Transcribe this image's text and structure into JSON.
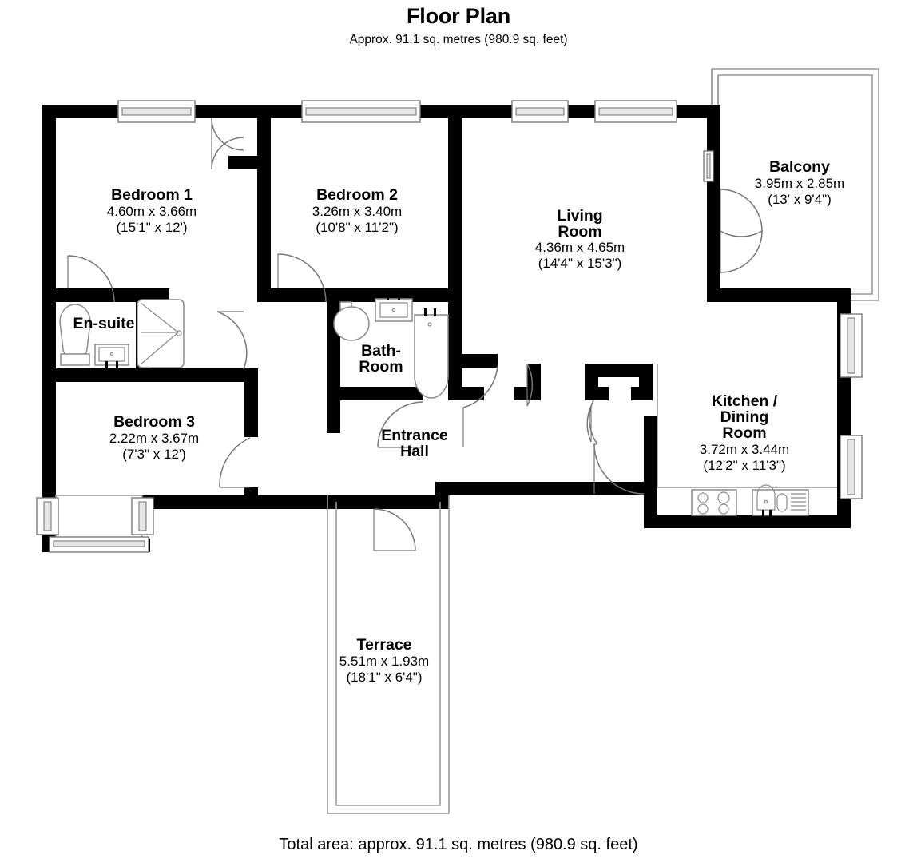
{
  "header": {
    "title": "Floor Plan",
    "subtitle": "Approx. 91.1 sq. metres (980.9 sq. feet)"
  },
  "footer": {
    "total_area": "Total area: approx. 91.1 sq. metres (980.9 sq. feet)"
  },
  "rooms": [
    {
      "id": "bedroom-1",
      "name": "Bedroom 1",
      "metric": "4.60m x 3.66m",
      "imperial": "(15'1\" x 12')"
    },
    {
      "id": "bedroom-2",
      "name": "Bedroom 2",
      "metric": "3.26m x 3.40m",
      "imperial": "(10'8\" x 11'2\")"
    },
    {
      "id": "living-room",
      "name_line1": "Living",
      "name_line2": "Room",
      "metric": "4.36m x 4.65m",
      "imperial": "(14'4\" x 15'3\")"
    },
    {
      "id": "balcony",
      "name": "Balcony",
      "metric": "3.95m x 2.85m",
      "imperial": "(13' x 9'4\")"
    },
    {
      "id": "en-suite",
      "name": "En-suite"
    },
    {
      "id": "bath-room",
      "name_line1": "Bath-",
      "name_line2": "Room"
    },
    {
      "id": "bedroom-3",
      "name": "Bedroom 3",
      "metric": "2.22m x 3.67m",
      "imperial": "(7'3\" x 12')"
    },
    {
      "id": "entrance-hall",
      "name_line1": "Entrance",
      "name_line2": "Hall"
    },
    {
      "id": "kitchen-dining-room",
      "name_line1": "Kitchen /",
      "name_line2": "Dining",
      "name_line3": "Room",
      "metric": "3.72m x 3.44m",
      "imperial": "(12'2\" x 11'3\")"
    },
    {
      "id": "terrace",
      "name": "Terrace",
      "metric": "5.51m x 1.93m",
      "imperial": "(18'1\" x 6'4\")"
    }
  ],
  "colors": {
    "wall": "#000000",
    "thin_wall": "#9a9a9a",
    "door_swing": "#777777",
    "background": "#ffffff",
    "text": "#000000"
  }
}
